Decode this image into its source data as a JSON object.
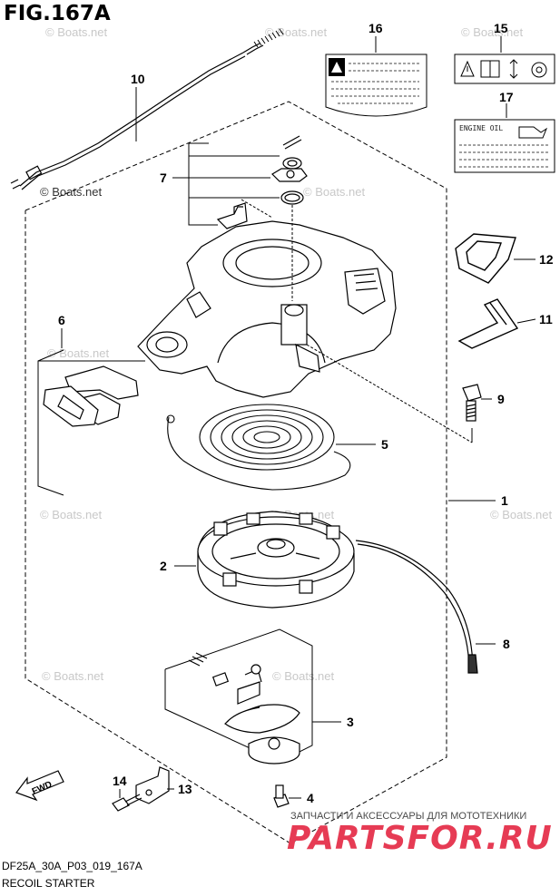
{
  "figure_title": "FIG.167A",
  "diagram_code": "DF25A_30A_P03_019_167A",
  "section_title": "RECOIL STARTER",
  "watermark_text": "© Boats.net",
  "label_17_text": "ENGINE OIL",
  "fwd_text": "FWD",
  "brand": {
    "tagline": "ЗАПЧАСТИ И АКСЕССУАРЫ ДЛЯ МОТОТЕХНИКИ",
    "logo": "PARTSFOR.RU",
    "color": "#e63b54"
  },
  "callouts": [
    {
      "num": "1",
      "part": "recoil-starter-assembly"
    },
    {
      "num": "2",
      "part": "reel"
    },
    {
      "num": "3",
      "part": "ratchet-kit"
    },
    {
      "num": "4",
      "part": "screw"
    },
    {
      "num": "5",
      "part": "recoil-spring"
    },
    {
      "num": "6",
      "part": "starter-handle"
    },
    {
      "num": "7",
      "part": "bracket-kit"
    },
    {
      "num": "8",
      "part": "starter-rope"
    },
    {
      "num": "9",
      "part": "bolt"
    },
    {
      "num": "10",
      "part": "neutral-start-cable"
    },
    {
      "num": "11",
      "part": "grommet"
    },
    {
      "num": "12",
      "part": "cushion"
    },
    {
      "num": "13",
      "part": "clamp"
    },
    {
      "num": "14",
      "part": "bolt"
    },
    {
      "num": "15",
      "part": "caution-label"
    },
    {
      "num": "16",
      "part": "warning-label"
    },
    {
      "num": "17",
      "part": "engine-oil-label"
    }
  ]
}
